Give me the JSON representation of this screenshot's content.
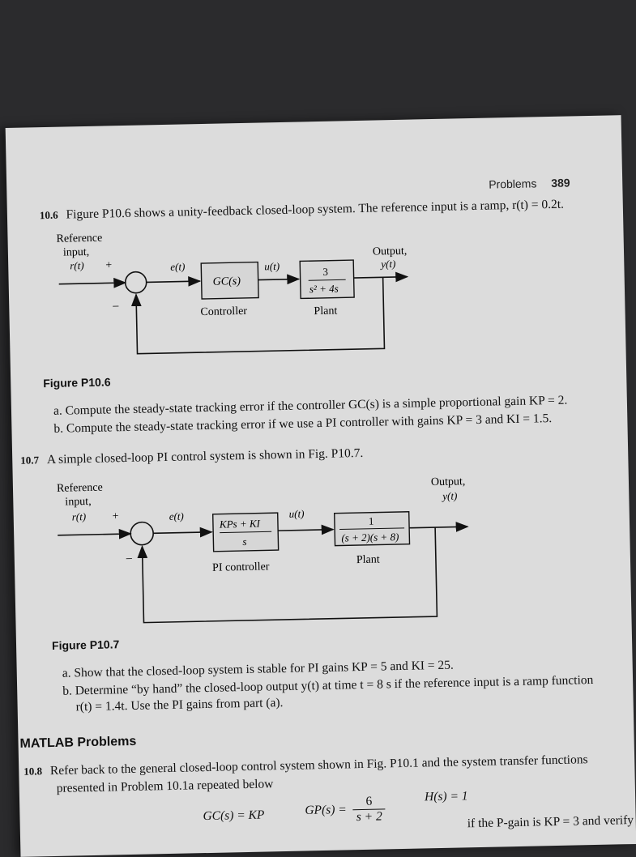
{
  "header": {
    "section": "Problems",
    "page_number": "389"
  },
  "problem_10_6": {
    "number": "10.6",
    "text": "Figure P10.6 shows a unity-feedback closed-loop system. The reference input is a ramp, r(t) = 0.2t.",
    "figure": {
      "reference_label": "Reference",
      "input_label": "input,",
      "r_label": "r(t)",
      "plus_sign": "+",
      "minus_sign": "–",
      "e_label": "e(t)",
      "u_label": "u(t)",
      "controller_tf": "GC(s)",
      "controller_label": "Controller",
      "plant_num": "3",
      "plant_den": "s² + 4s",
      "plant_label": "Plant",
      "output_label": "Output,",
      "y_label": "y(t)"
    },
    "caption": "Figure P10.6",
    "part_a": "a. Compute the steady-state tracking error if the controller GC(s) is a simple proportional gain KP = 2.",
    "part_b": "b. Compute the steady-state tracking error if we use a PI controller with gains KP = 3 and KI = 1.5."
  },
  "problem_10_7": {
    "number": "10.7",
    "text": "A simple closed-loop PI control system is shown in Fig. P10.7.",
    "figure": {
      "reference_label": "Reference",
      "input_label": "input,",
      "r_label": "r(t)",
      "plus_sign": "+",
      "minus_sign": "–",
      "e_label": "e(t)",
      "u_label": "u(t)",
      "controller_num": "KPs + KI",
      "controller_den": "s",
      "controller_label": "PI controller",
      "plant_num": "1",
      "plant_den": "(s + 2)(s + 8)",
      "plant_label": "Plant",
      "output_label": "Output,",
      "y_label": "y(t)"
    },
    "caption": "Figure P10.7",
    "part_a": "a. Show that the closed-loop system is stable for PI gains KP = 5 and KI = 25.",
    "part_b_line1": "b. Determine “by hand” the closed-loop output y(t) at time t = 8 s if the reference input is a ramp function",
    "part_b_line2": "r(t) = 1.4t. Use the PI gains from part (a)."
  },
  "matlab": {
    "title": "MATLAB Problems",
    "problem_10_8": {
      "number": "10.8",
      "line1": "Refer back to the general closed-loop control system shown in Fig. P10.1 and the system transfer functions",
      "line2": "presented in Problem 10.1a repeated below",
      "gc": "GC(s) = KP",
      "gp_lhs": "GP(s) =",
      "gp_num": "6",
      "gp_den": "s + 2",
      "h": "H(s) = 1",
      "partial": "if the P-gain is KP = 3 and verify"
    }
  }
}
